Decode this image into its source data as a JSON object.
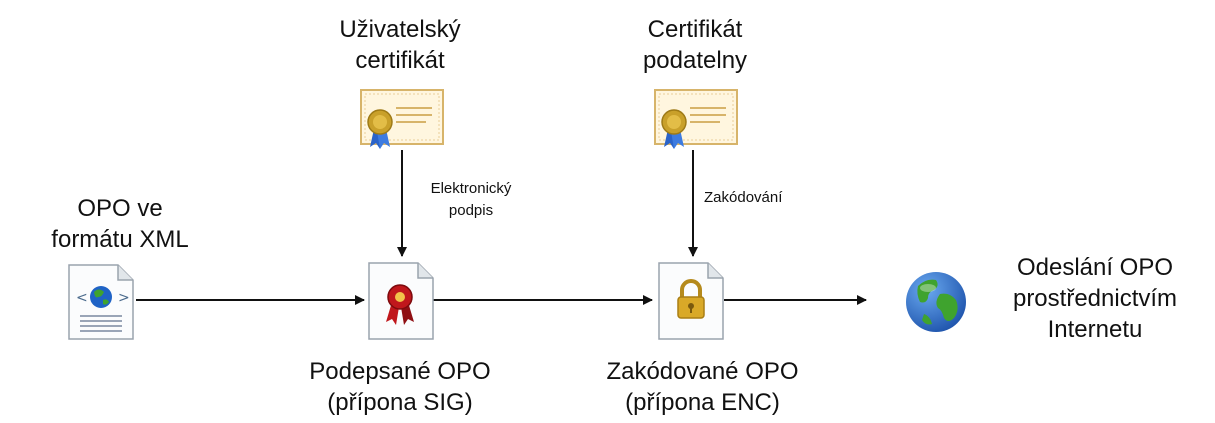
{
  "labels": {
    "user_cert": "Uživatelský\ncertifikát",
    "office_cert": "Certifikát\npodatelny",
    "xml_doc": "OPO ve\nformátu XML",
    "signed": "Podepsané OPO\n(přípona SIG)",
    "encrypted": "Zakódované OPO\n(přípona ENC)",
    "send": "Odeslání OPO\nprostřednictvím\nInternetu"
  },
  "edge_labels": {
    "signature": "Elektronický\npodpis",
    "encoding": "Zakódování"
  },
  "icons": {
    "xml_doc": "xml-document-icon",
    "user_cert": "certificate-icon",
    "office_cert": "certificate-icon",
    "signed": "signed-document-icon",
    "encrypted": "locked-document-icon",
    "send": "globe-icon"
  },
  "colors": {
    "arrow": "#111111",
    "certificate_border": "#d7b46a",
    "seal": "#c9a02a",
    "ribbon": "#2a63c9",
    "document_border": "#9aa3ad",
    "signature_seal": "#c0171c",
    "lock": "#d9a928",
    "globe_water": "#1f63c6",
    "globe_land": "#3fa32e"
  }
}
